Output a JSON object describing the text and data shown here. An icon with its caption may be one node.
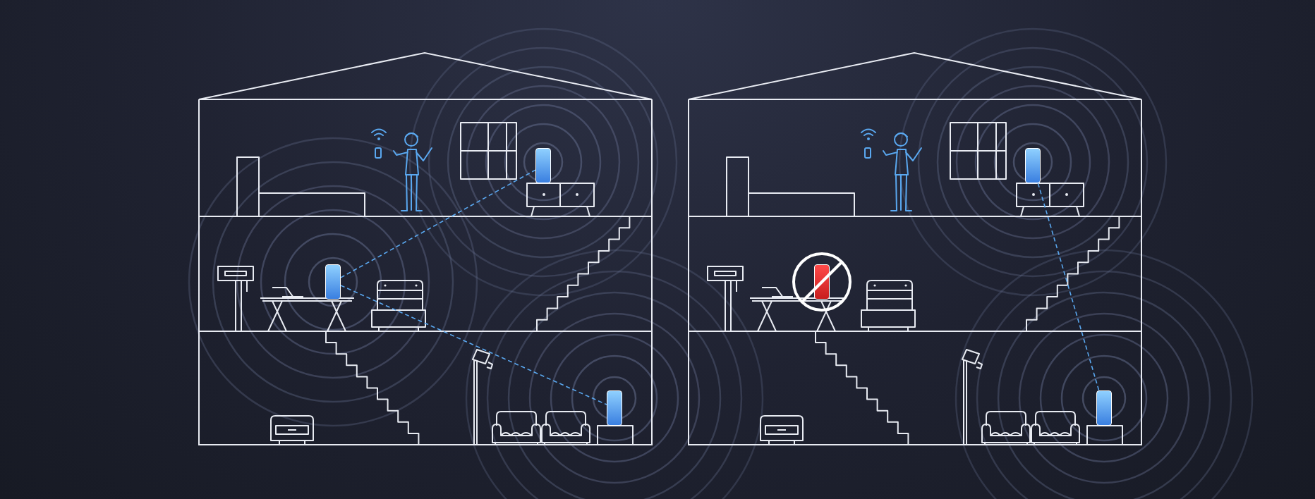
{
  "diagram": {
    "nodes": [
      {
        "text": [],
        "shape": "box"
      },
      {
        "text": [],
        "shape": "box"
      },
      {
        "text": [],
        "shape": "box"
      },
      {
        "text": [],
        "shape": "box"
      },
      {
        "text": [],
        "shape": "box"
      },
      {
        "text": [],
        "shape": "box"
      }
    ],
    "edges": [
      {
        "from": 1,
        "to": 0,
        "arrow": "none",
        "style": "dashed"
      },
      {
        "from": 1,
        "to": 2,
        "arrow": "none",
        "style": "dashed"
      },
      {
        "from": 3,
        "to": 5,
        "arrow": "none",
        "style": "dashed"
      }
    ]
  }
}
